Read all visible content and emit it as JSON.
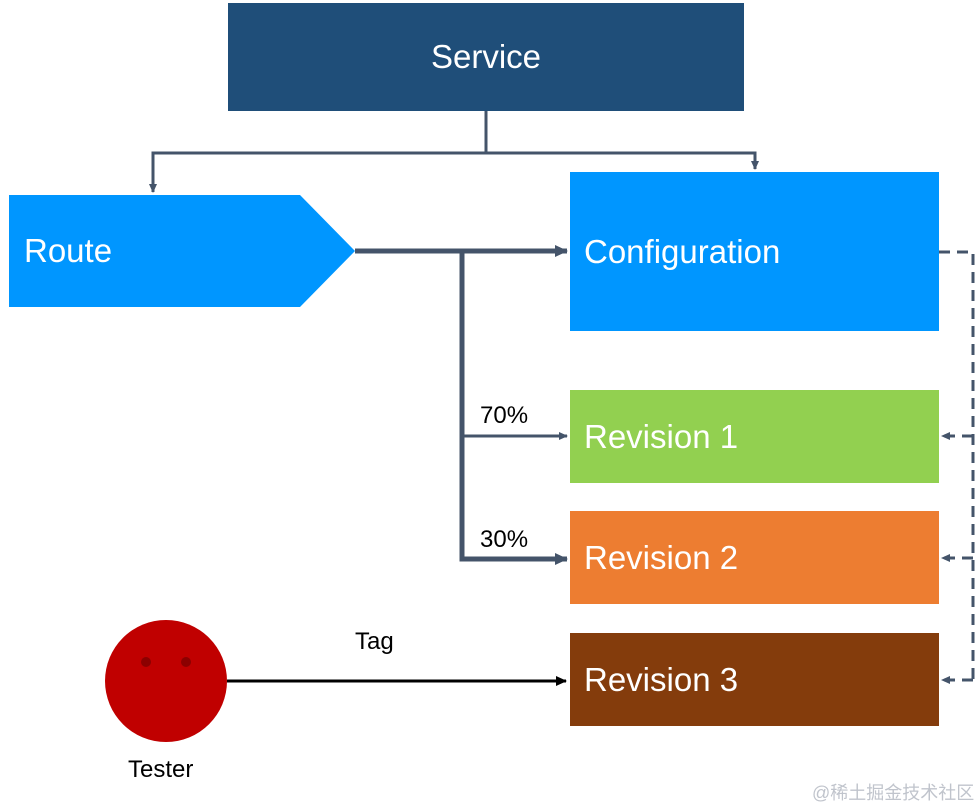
{
  "nodes": {
    "service": "Service",
    "route": "Route",
    "configuration": "Configuration",
    "revision_1": "Revision 1",
    "revision_2": "Revision 2",
    "revision_3": "Revision 3",
    "tester": "Tester"
  },
  "edge_labels": {
    "split_70": "70%",
    "split_30": "30%",
    "tag": "Tag"
  },
  "watermark": "@稀土掘金技术社区",
  "colors": {
    "service": "#1f4e79",
    "route": "#0096ff",
    "configuration": "#0096ff",
    "revision_1": "#92d050",
    "revision_2": "#ed7d31",
    "revision_3": "#843c0c",
    "tester": "#c00000",
    "connector": "#44546a"
  }
}
